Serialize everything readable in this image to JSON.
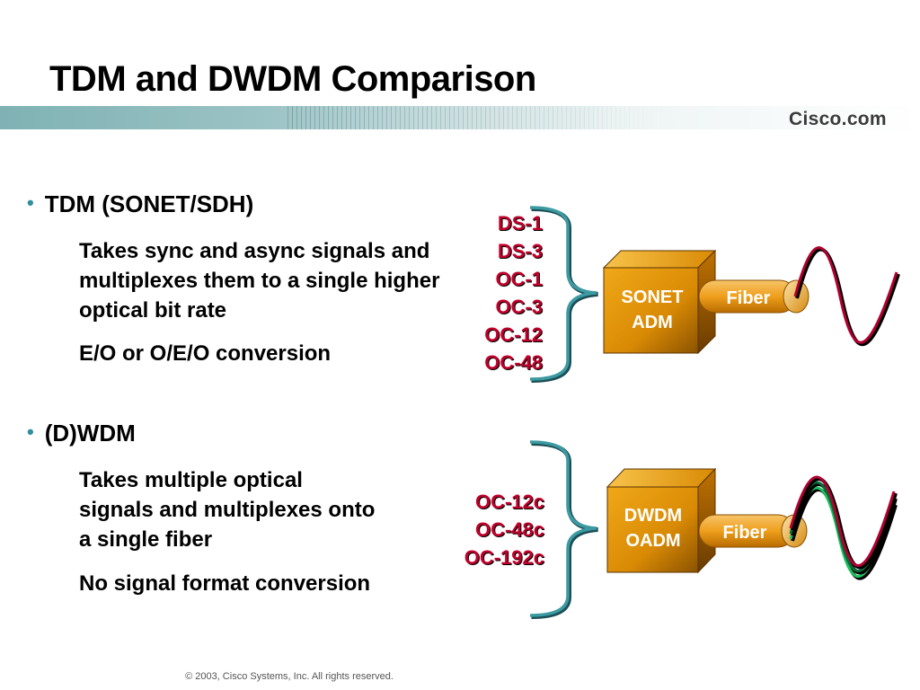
{
  "title": "TDM and DWDM Comparison",
  "logo_text": "Cisco.com",
  "bullets": [
    {
      "heading": "TDM (SONET/SDH)",
      "points": [
        "Takes sync and async signals and multiplexes them to a single higher optical bit rate",
        "E/O or O/E/O conversion"
      ]
    },
    {
      "heading": "(D)WDM",
      "points": [
        "Takes multiple optical signals and multiplexes onto a single fiber",
        "No signal format conversion"
      ]
    }
  ],
  "tdm_diagram": {
    "signals": [
      "DS-1",
      "DS-3",
      "OC-1",
      "OC-3",
      "OC-12",
      "OC-48"
    ],
    "box_line1": "SONET",
    "box_line2": "ADM",
    "fiber_label": "Fiber"
  },
  "dwdm_diagram": {
    "signals": [
      "OC-12c",
      "OC-48c",
      "OC-192c"
    ],
    "box_line1": "DWDM",
    "box_line2": "OADM",
    "fiber_label": "Fiber"
  },
  "footer": "© 2003, Cisco Systems, Inc. All rights reserved.",
  "colors": {
    "signal_text": "#c0002a",
    "brace": "#2f7f86",
    "box": "#e8980a",
    "box_dark": "#7a4a00",
    "fiber": "#f0a020",
    "wave_red": "#b00030",
    "wave_green": "#20c060"
  }
}
